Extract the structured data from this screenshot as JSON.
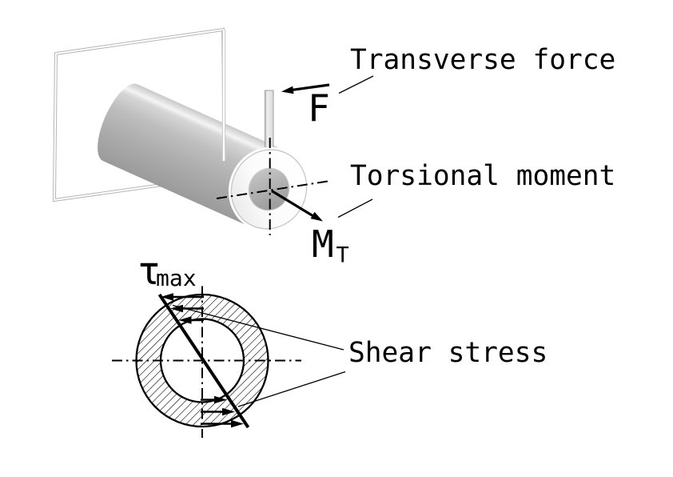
{
  "upper_diagram": {
    "transverse_force_label": "Transverse force",
    "force_symbol": "F",
    "torsional_moment_label": "Torsional moment",
    "moment_symbol": "M",
    "moment_subscript": "T"
  },
  "lower_diagram": {
    "tau_symbol": "τ",
    "tau_subscript": "max",
    "shear_stress_label": "Shear stress"
  },
  "colors": {
    "background": "#ffffff",
    "line": "#000000",
    "wall_edge": "#b5b5b5",
    "cylinder_highlight": "#f4f4f4",
    "cylinder_mid": "#bfbfbf",
    "cylinder_dark": "#9b9b9b",
    "face_ring": "#ffffff",
    "face_outline": "#c6c6c6",
    "bore_light": "#cacaca",
    "bore_dark": "#969696"
  }
}
